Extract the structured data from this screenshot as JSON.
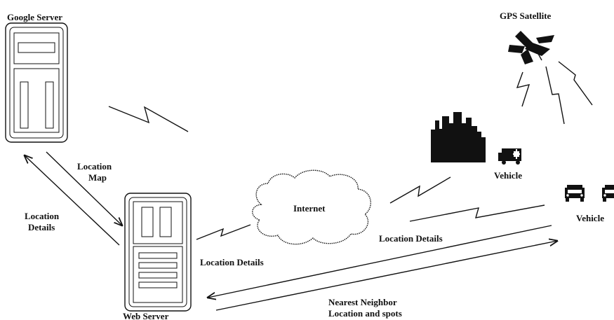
{
  "labels": {
    "google_server": "Google Server",
    "gps_satellite": "GPS Satellite",
    "location_map_line1": "Location",
    "location_map_line2": "Map",
    "location_details_left_line1": "Location",
    "location_details_left_line2": "Details",
    "internet": "Internet",
    "vehicle_ambulance": "Vehicle",
    "vehicle_cars": "Vehicle",
    "location_details_center": "Location Details",
    "location_details_lower": "Location Details",
    "web_server": "Web Server",
    "nearest_neighbor_line1": "Nearest Neighbor",
    "nearest_neighbor_line2": "Location and spots"
  },
  "icons": {
    "server_top": "server-icon",
    "server_bottom": "server-icon",
    "satellite": "satellite-icon",
    "city": "city-buildings-icon",
    "ambulance": "ambulance-icon",
    "cloud": "cloud-icon",
    "car_front_1": "car-front-icon",
    "car_front_2": "car-front-icon"
  }
}
